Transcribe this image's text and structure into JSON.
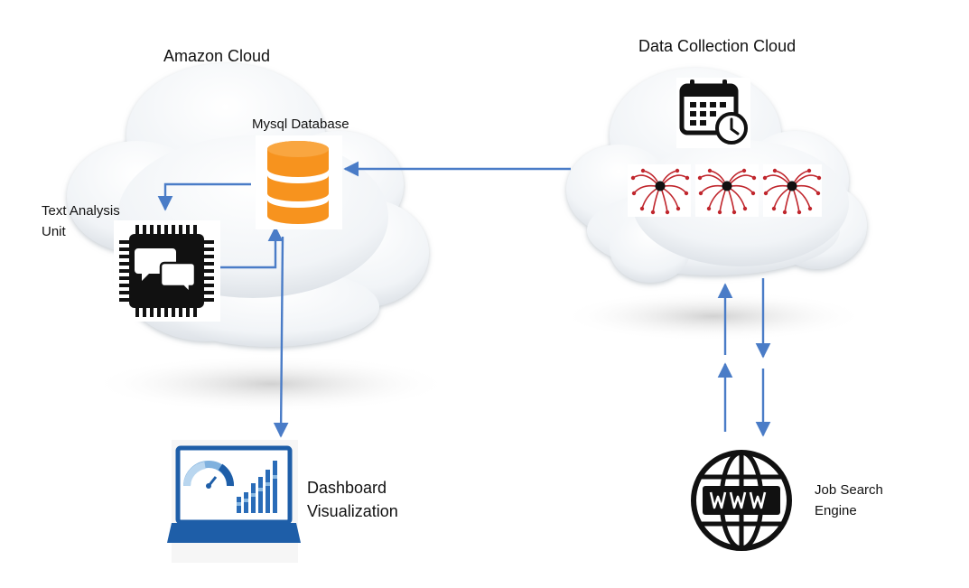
{
  "diagram": {
    "clouds": {
      "amazon": {
        "label": "Amazon Cloud"
      },
      "collection": {
        "label": "Data Collection Cloud"
      }
    },
    "nodes": {
      "database": {
        "label": "Mysql Database",
        "icon": "database-icon",
        "color": "#f7931e"
      },
      "text_analysis": {
        "label_line1": "Text Analysis",
        "label_line2": "Unit",
        "icon": "chip-chat-icon"
      },
      "dashboard": {
        "label_line1": "Dashboard",
        "label_line2": "Visualization",
        "icon": "laptop-dashboard-icon"
      },
      "search_engine": {
        "label_line1": "Job Search",
        "label_line2": "Engine",
        "icon": "www-globe-icon"
      },
      "scheduler": {
        "icon": "calendar-clock-icon"
      },
      "crawlers": {
        "icon": "spider-icon",
        "count": 3,
        "color": "#c0262d"
      }
    },
    "edges": [
      {
        "from": "crawlers",
        "to": "database"
      },
      {
        "from": "database",
        "to": "text_analysis"
      },
      {
        "from": "text_analysis",
        "to": "database"
      },
      {
        "from": "database",
        "to": "dashboard"
      },
      {
        "from": "search_engine",
        "to": "crawlers"
      },
      {
        "from": "crawlers",
        "to": "search_engine"
      }
    ],
    "colors": {
      "arrow": "#4a7cc7",
      "cloud_fill": "#f3f6f8"
    }
  }
}
